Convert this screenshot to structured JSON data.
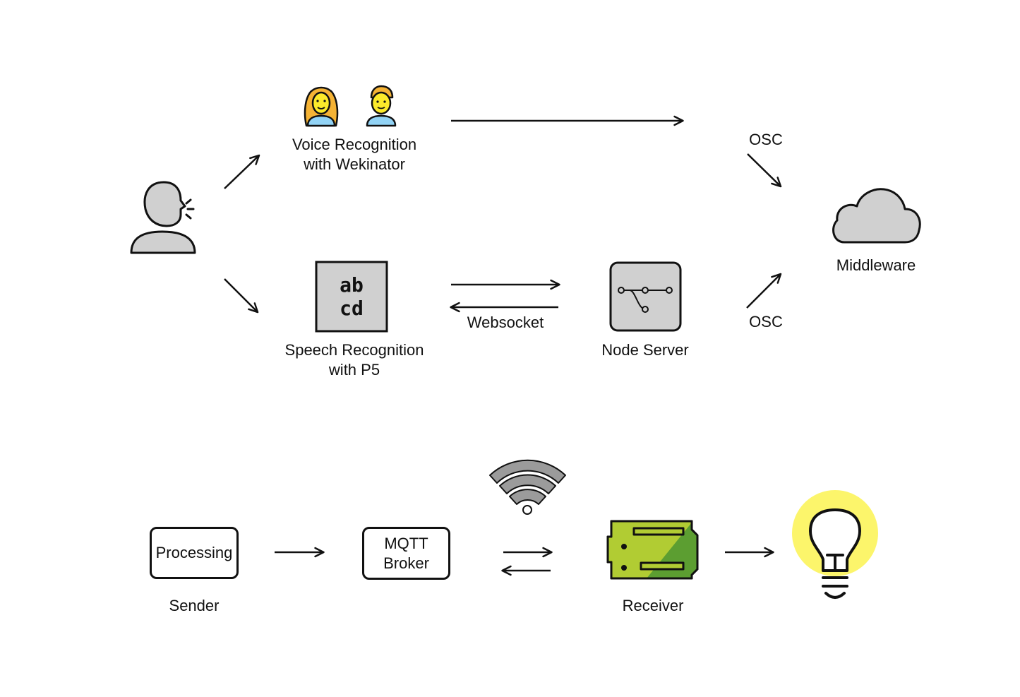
{
  "voice_recognition": {
    "line1": "Voice Recognition",
    "line2": "with Wekinator"
  },
  "speech_recognition": {
    "line1": "Speech Recognition",
    "line2": "with P5"
  },
  "abcd_glyph": {
    "top": "ab",
    "bottom": "cd"
  },
  "node_server": {
    "label": "Node Server"
  },
  "middleware": {
    "label": "Middleware"
  },
  "osc_top": {
    "label": "OSC"
  },
  "osc_bottom": {
    "label": "OSC"
  },
  "websocket": {
    "label": "Websocket"
  },
  "processing_box": {
    "label": "Processing"
  },
  "sender": {
    "label": "Sender"
  },
  "mqtt_broker": {
    "line1": "MQTT",
    "line2": "Broker"
  },
  "receiver": {
    "label": "Receiver"
  },
  "colors": {
    "icon_gray": "#d0d0d0",
    "stroke": "#111111",
    "woman_hair": "#f5b335",
    "face": "#fcea2b",
    "shirt": "#92d3f5",
    "board_green": "#b1cc33",
    "board_dark": "#5c9e31",
    "bulb_glow": "#fcf56b"
  }
}
